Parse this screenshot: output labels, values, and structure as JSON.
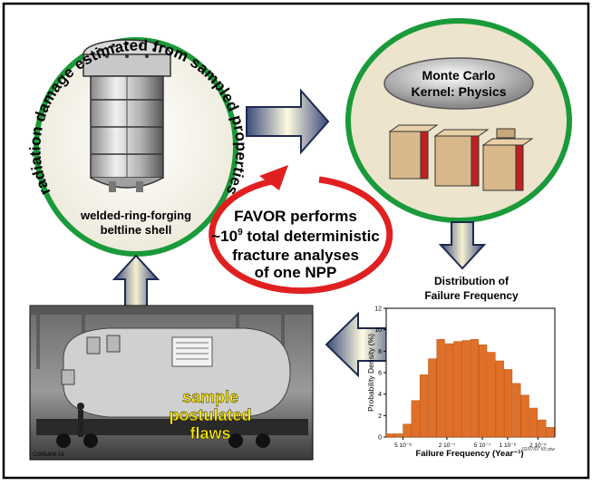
{
  "reactor": {
    "arc_text": "radiation damage estimated from sampled properties",
    "label_line1": "welded-ring-forging",
    "label_line2": "beltline shell"
  },
  "monte_carlo": {
    "line1": "Monte Carlo",
    "line2": "Kernel: Physics"
  },
  "favor": {
    "line1": "FAVOR performs",
    "line2_prefix": "~10",
    "line2_exp": "9",
    "line2_suffix": " total deterministic",
    "line3": "fracture analyses",
    "line4": "of one NPP"
  },
  "distribution_title": {
    "line1": "Distribution of",
    "line2": "Failure Frequency"
  },
  "photo": {
    "caption_line1": "sample",
    "caption_line2": "postulated",
    "caption_line3": "flaws",
    "photo_id": "C/995406-16"
  },
  "frame": {
    "border_color": "#000000",
    "bg_color": "#ffffff"
  },
  "colors": {
    "green_ring": "#1a9a3a",
    "red_arrow": "#e02020",
    "bar_fill": "#e07028",
    "caption_yellow": "#ffea00",
    "arrow_fill": "#7a86a8"
  },
  "chart_data": {
    "type": "bar",
    "title": "",
    "xlabel": "Failure Frequency  (Year⁻¹)",
    "ylabel": "Probability Density (%)",
    "ylim": [
      0,
      12
    ],
    "yticks": [
      "0",
      "2",
      "4",
      "6",
      "8",
      "10",
      "12"
    ],
    "xtick_labels": [
      "5 10⁻⁸",
      "2 10⁻⁷",
      "5 10⁻⁷",
      "1 10⁻⁶",
      "2 10⁻⁶"
    ],
    "values": [
      0.3,
      0.3,
      1.2,
      3.4,
      5.8,
      7.3,
      9.1,
      8.7,
      8.9,
      9.0,
      9.1,
      8.6,
      7.9,
      7.1,
      6.3,
      5.0,
      3.9,
      2.7,
      1.6,
      0.9
    ],
    "stamp": "02/07/07 K5 ptw"
  }
}
